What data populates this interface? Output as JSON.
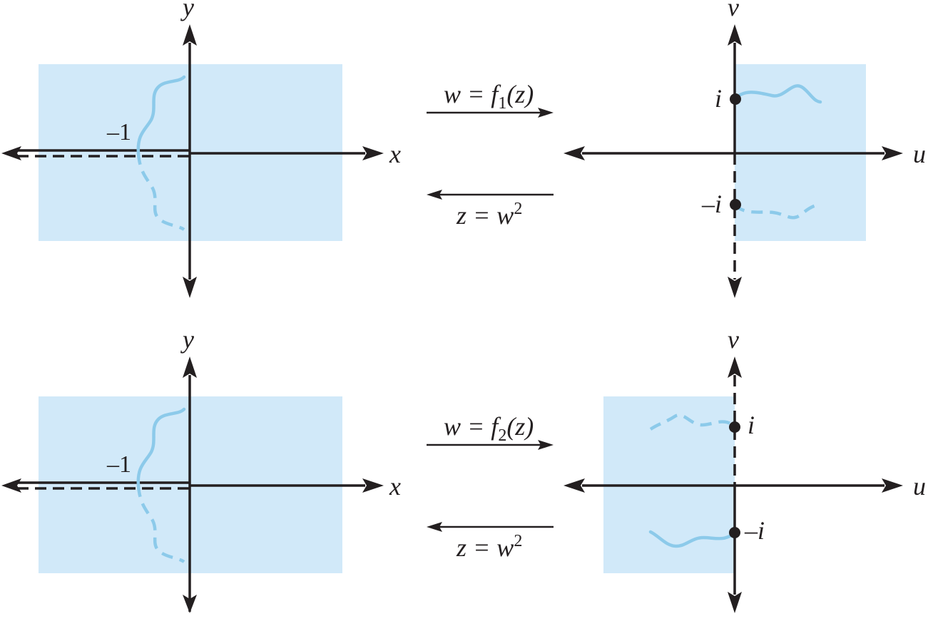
{
  "top": {
    "z_plane": {
      "x_axis": "x",
      "y_axis": "y",
      "point_label": "–1"
    },
    "map_forward": {
      "prefix": "w = f",
      "sub": "1",
      "suffix": "(z)"
    },
    "map_backward": {
      "prefix": "z = w",
      "sup": "2"
    },
    "w_plane": {
      "u_axis": "u",
      "v_axis": "v",
      "point_upper": "i",
      "point_lower": "–i"
    }
  },
  "bottom": {
    "z_plane": {
      "x_axis": "x",
      "y_axis": "y",
      "point_label": "–1"
    },
    "map_forward": {
      "prefix": "w = f",
      "sub": "2",
      "suffix": "(z)"
    },
    "map_backward": {
      "prefix": "z = w",
      "sup": "2"
    },
    "w_plane": {
      "u_axis": "u",
      "v_axis": "v",
      "point_upper": "i",
      "point_lower": "–i"
    }
  },
  "colors": {
    "region": "#d1e9f9",
    "curve": "#8ccaea",
    "ink": "#231f20"
  }
}
